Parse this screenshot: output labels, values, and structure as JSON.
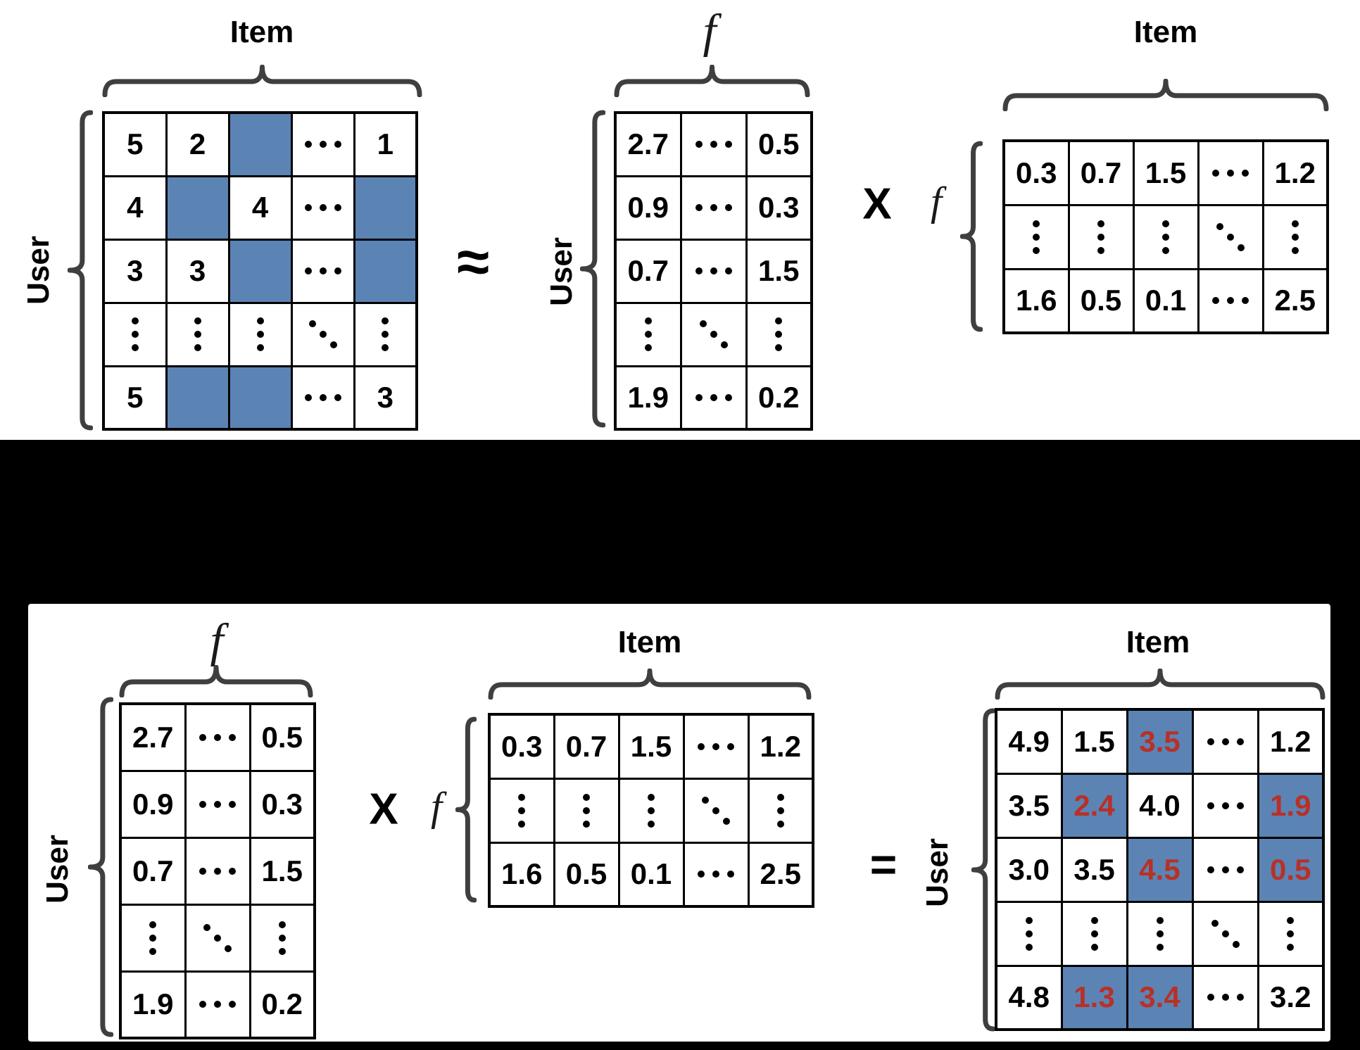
{
  "colors": {
    "page_background": "#000000",
    "panel_background": "#ffffff",
    "grid_line": "#000000",
    "brace": "#3f3f3f",
    "value_text": "#000000",
    "hidden_cell_blue": "#5B84B5",
    "predicted_value_red": "#B93026"
  },
  "labels": {
    "item": "Item",
    "user": "User",
    "factor_dim": "f"
  },
  "operators": {
    "approx": "≈",
    "multiply": "X",
    "equals": "="
  },
  "matrices": {
    "rating": {
      "description": "observed user-item rating matrix with missing (blue) entries",
      "rows": [
        [
          {
            "v": "5"
          },
          {
            "v": "2"
          },
          {
            "hl": true
          },
          {
            "v": "⋯"
          },
          {
            "v": "1"
          }
        ],
        [
          {
            "v": "4"
          },
          {
            "hl": true
          },
          {
            "v": "4"
          },
          {
            "v": "⋯"
          },
          {
            "hl": true
          }
        ],
        [
          {
            "v": "3"
          },
          {
            "v": "3"
          },
          {
            "hl": true
          },
          {
            "v": "⋯"
          },
          {
            "hl": true
          }
        ],
        [
          {
            "v": "⋮"
          },
          {
            "v": "⋮"
          },
          {
            "v": "⋮"
          },
          {
            "v": "⋱"
          },
          {
            "v": "⋮"
          }
        ],
        [
          {
            "v": "5"
          },
          {
            "hl": true
          },
          {
            "hl": true
          },
          {
            "v": "⋯"
          },
          {
            "v": "3"
          }
        ]
      ]
    },
    "user_factors": {
      "description": "User x f latent factor matrix",
      "rows": [
        [
          {
            "v": "2.7"
          },
          {
            "v": "⋯"
          },
          {
            "v": "0.5"
          }
        ],
        [
          {
            "v": "0.9"
          },
          {
            "v": "⋯"
          },
          {
            "v": "0.3"
          }
        ],
        [
          {
            "v": "0.7"
          },
          {
            "v": "⋯"
          },
          {
            "v": "1.5"
          }
        ],
        [
          {
            "v": "⋮"
          },
          {
            "v": "⋱"
          },
          {
            "v": "⋮"
          }
        ],
        [
          {
            "v": "1.9"
          },
          {
            "v": "⋯"
          },
          {
            "v": "0.2"
          }
        ]
      ]
    },
    "item_factors": {
      "description": "f x Item latent factor matrix",
      "rows": [
        [
          {
            "v": "0.3"
          },
          {
            "v": "0.7"
          },
          {
            "v": "1.5"
          },
          {
            "v": "⋯"
          },
          {
            "v": "1.2"
          }
        ],
        [
          {
            "v": "⋮"
          },
          {
            "v": "⋮"
          },
          {
            "v": "⋮"
          },
          {
            "v": "⋱"
          },
          {
            "v": "⋮"
          }
        ],
        [
          {
            "v": "1.6"
          },
          {
            "v": "0.5"
          },
          {
            "v": "0.1"
          },
          {
            "v": "⋯"
          },
          {
            "v": "2.5"
          }
        ]
      ]
    },
    "user_factors_bottom": {
      "description": "User x f latent factor matrix (repeated in bottom equation)",
      "rows": [
        [
          {
            "v": "2.7"
          },
          {
            "v": "⋯"
          },
          {
            "v": "0.5"
          }
        ],
        [
          {
            "v": "0.9"
          },
          {
            "v": "⋯"
          },
          {
            "v": "0.3"
          }
        ],
        [
          {
            "v": "0.7"
          },
          {
            "v": "⋯"
          },
          {
            "v": "1.5"
          }
        ],
        [
          {
            "v": "⋮"
          },
          {
            "v": "⋱"
          },
          {
            "v": "⋮"
          }
        ],
        [
          {
            "v": "1.9"
          },
          {
            "v": "⋯"
          },
          {
            "v": "0.2"
          }
        ]
      ]
    },
    "item_factors_bottom": {
      "description": "f x Item latent factor matrix (repeated in bottom equation)",
      "rows": [
        [
          {
            "v": "0.3"
          },
          {
            "v": "0.7"
          },
          {
            "v": "1.5"
          },
          {
            "v": "⋯"
          },
          {
            "v": "1.2"
          }
        ],
        [
          {
            "v": "⋮"
          },
          {
            "v": "⋮"
          },
          {
            "v": "⋮"
          },
          {
            "v": "⋱"
          },
          {
            "v": "⋮"
          }
        ],
        [
          {
            "v": "1.6"
          },
          {
            "v": "0.5"
          },
          {
            "v": "0.1"
          },
          {
            "v": "⋯"
          },
          {
            "v": "2.5"
          }
        ]
      ]
    },
    "predicted": {
      "description": "reconstructed rating matrix; red values on blue = predicted missing ratings",
      "rows": [
        [
          {
            "v": "4.9"
          },
          {
            "v": "1.5"
          },
          {
            "v": "3.5",
            "hl": true,
            "pred": true
          },
          {
            "v": "⋯"
          },
          {
            "v": "1.2"
          }
        ],
        [
          {
            "v": "3.5"
          },
          {
            "v": "2.4",
            "hl": true,
            "pred": true
          },
          {
            "v": "4.0"
          },
          {
            "v": "⋯"
          },
          {
            "v": "1.9",
            "hl": true,
            "pred": true
          }
        ],
        [
          {
            "v": "3.0"
          },
          {
            "v": "3.5"
          },
          {
            "v": "4.5",
            "hl": true,
            "pred": true
          },
          {
            "v": "⋯"
          },
          {
            "v": "0.5",
            "hl": true,
            "pred": true
          }
        ],
        [
          {
            "v": "⋮"
          },
          {
            "v": "⋮"
          },
          {
            "v": "⋮"
          },
          {
            "v": "⋱"
          },
          {
            "v": "⋮"
          }
        ],
        [
          {
            "v": "4.8"
          },
          {
            "v": "1.3",
            "hl": true,
            "pred": true
          },
          {
            "v": "3.4",
            "hl": true,
            "pred": true
          },
          {
            "v": "⋯"
          },
          {
            "v": "3.2"
          }
        ]
      ]
    }
  }
}
